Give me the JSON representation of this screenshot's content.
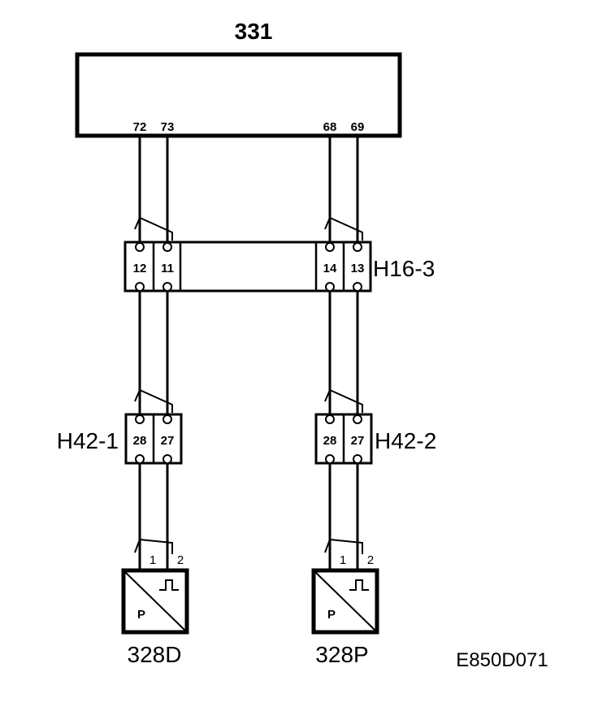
{
  "control_unit": {
    "label": "331",
    "pins": [
      "72",
      "73",
      "68",
      "69"
    ]
  },
  "connector_h16_3": {
    "label": "H16-3",
    "left_pins": [
      "12",
      "11"
    ],
    "right_pins": [
      "14",
      "13"
    ]
  },
  "connector_h42_1": {
    "label": "H42-1",
    "pins": [
      "28",
      "27"
    ]
  },
  "connector_h42_2": {
    "label": "H42-2",
    "pins": [
      "28",
      "27"
    ]
  },
  "sensor_left": {
    "label": "328D",
    "terminals": [
      "1",
      "2"
    ],
    "symbol": "P"
  },
  "sensor_right": {
    "label": "328P",
    "terminals": [
      "1",
      "2"
    ],
    "symbol": "P"
  },
  "diagram_code": "E850D071",
  "colors": {
    "line": "#000000",
    "background": "#ffffff"
  }
}
